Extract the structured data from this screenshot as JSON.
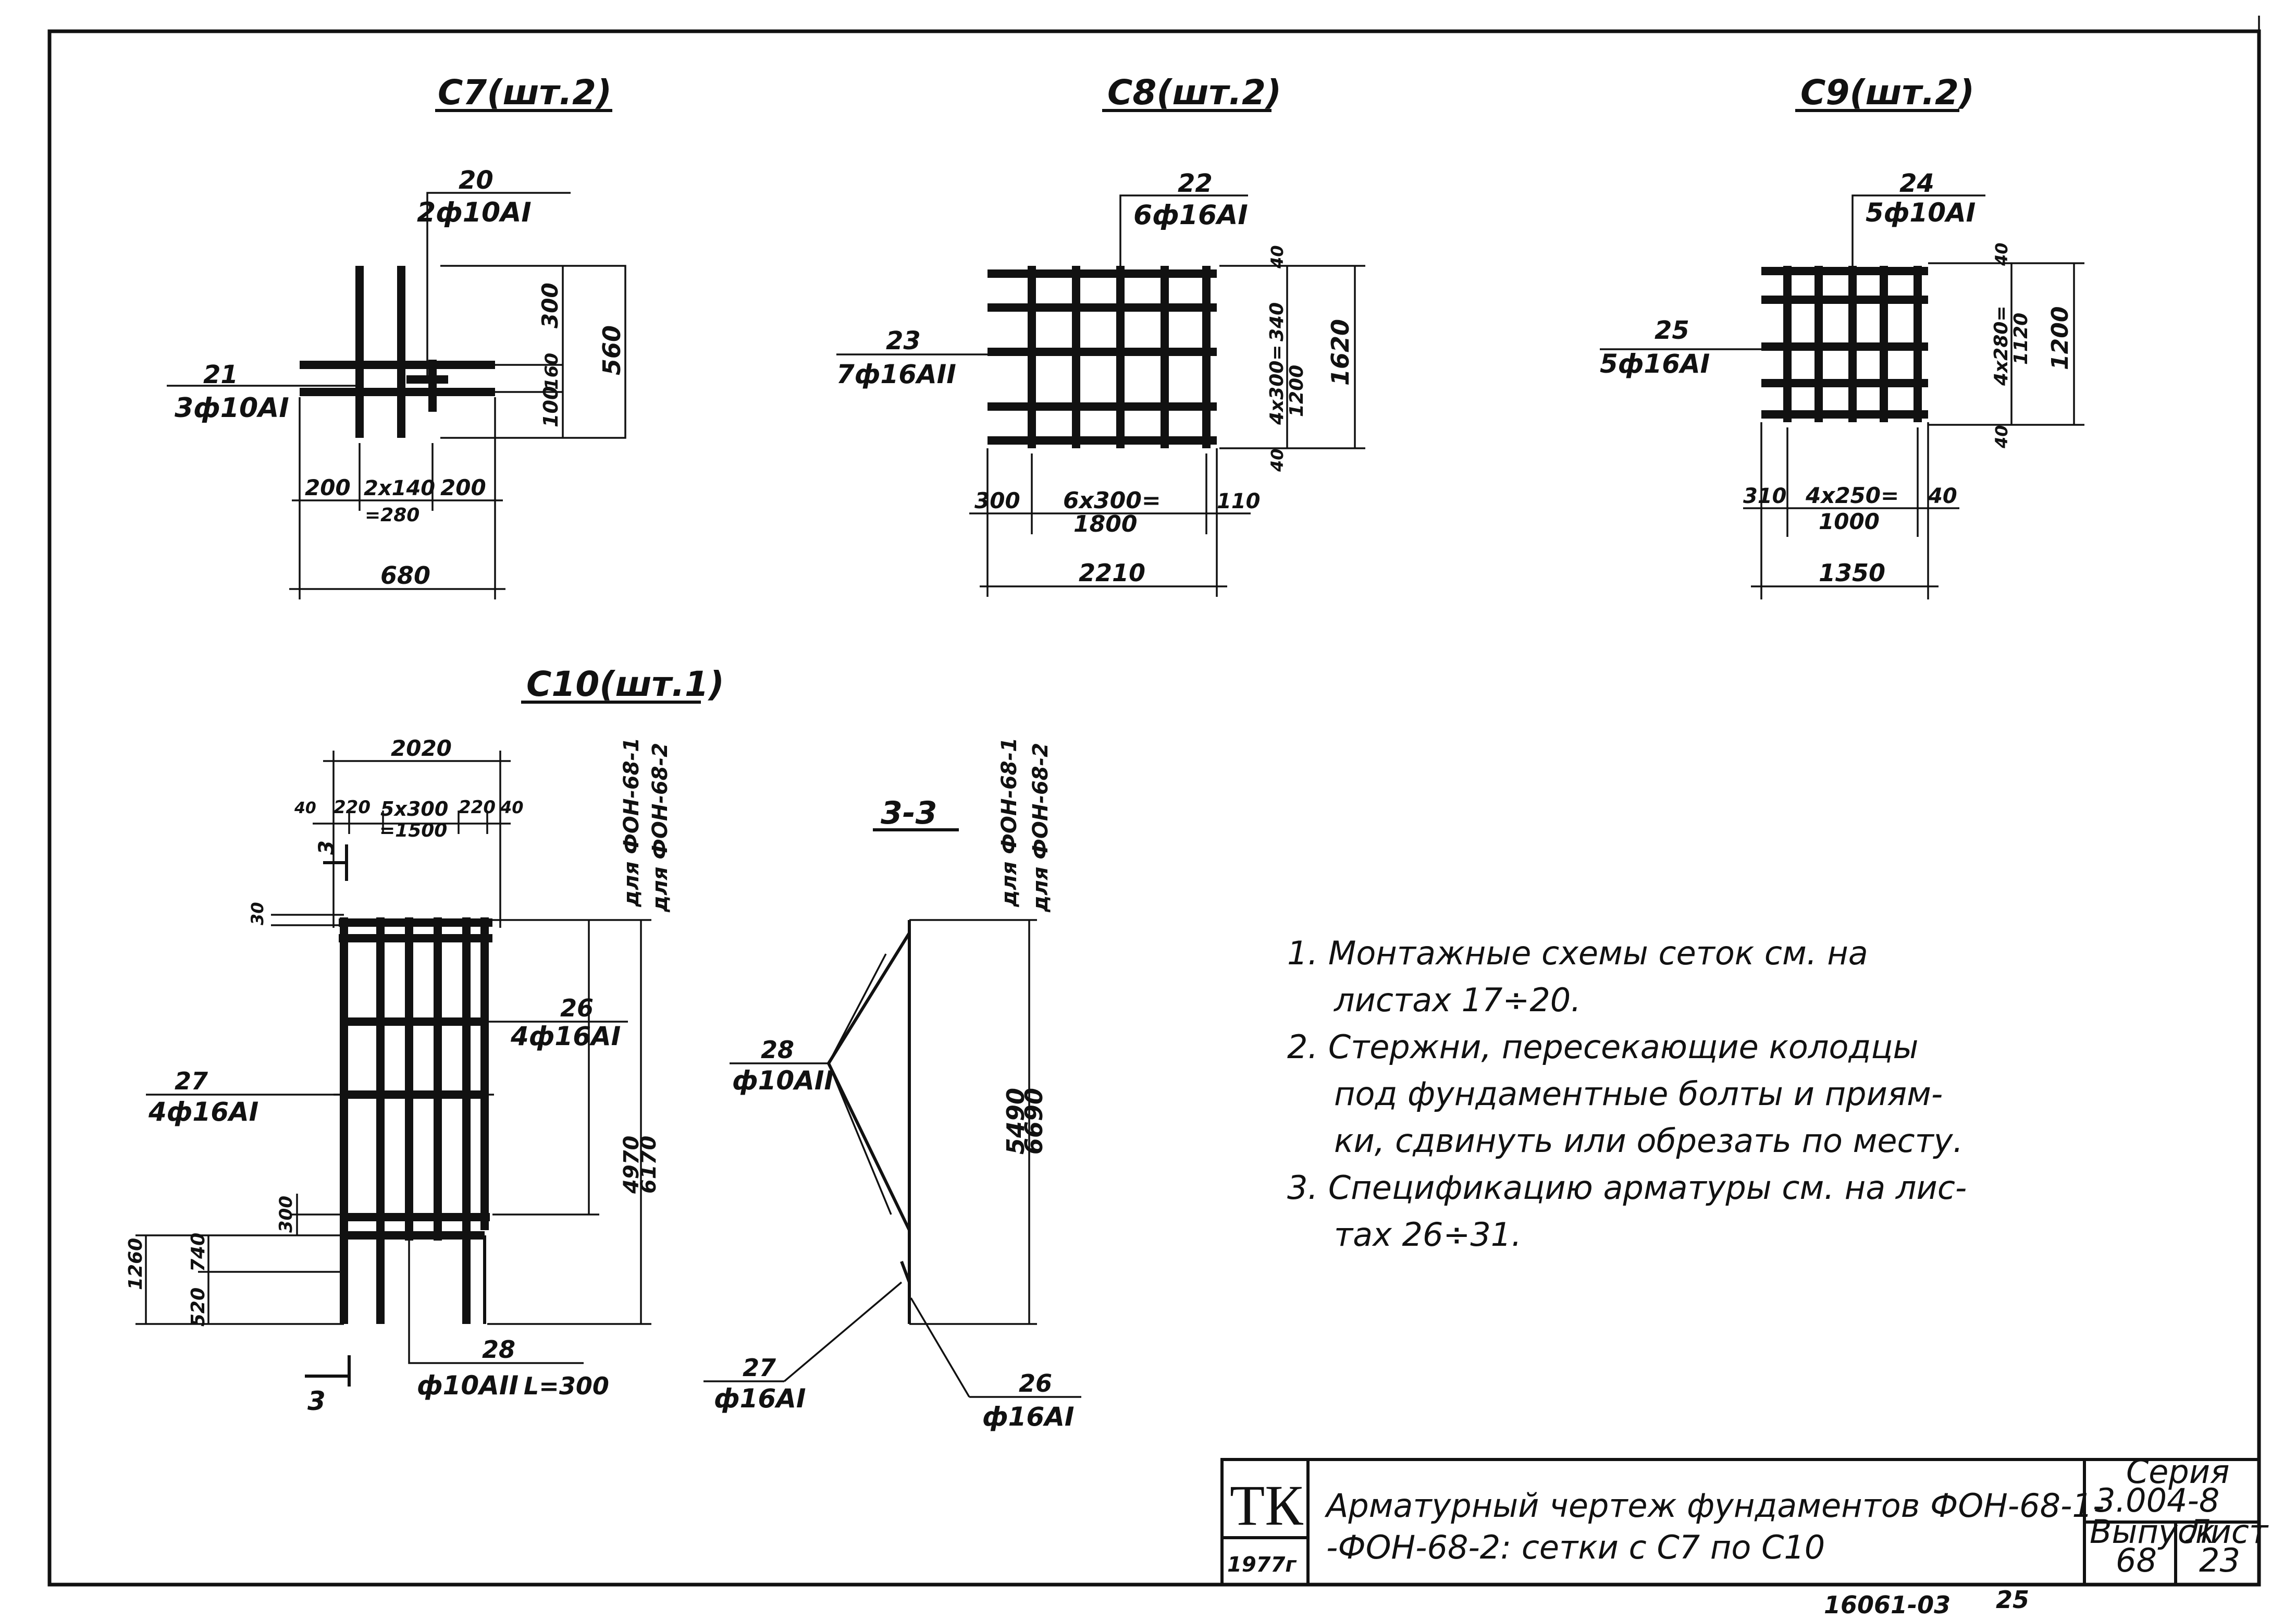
{
  "titles": {
    "c7": "С7(шт.2)",
    "c8": "С8(шт.2)",
    "c9": "С9(шт.2)",
    "c10": "С10(шт.1)",
    "sec33": "3-3"
  },
  "c7": {
    "pos20_num": "20",
    "pos20_spec": "2ф10АI",
    "pos21_num": "21",
    "pos21_spec": "3ф10АI",
    "d300": "300",
    "d160": "160",
    "d100": "100",
    "d560": "560",
    "d200a": "200",
    "d2x140": "2х140",
    "d280": "=280",
    "d200b": "200",
    "d680": "680"
  },
  "c8": {
    "pos22_num": "22",
    "pos22_spec": "6ф16АI",
    "pos23_num": "23",
    "pos23_spec": "7ф16АII",
    "d40a": "40",
    "d340": "340",
    "d4x300": "4х300=",
    "d1200": "1200",
    "d40b": "40",
    "d1620": "1620",
    "d300": "300",
    "d6x300": "6х300=",
    "d1800": "1800",
    "d110": "110",
    "d2210": "2210"
  },
  "c9": {
    "pos24_num": "24",
    "pos24_spec": "5ф10АI",
    "pos25_num": "25",
    "pos25_spec": "5ф16АI",
    "d40a": "40",
    "d4x280": "4х280=",
    "d1120": "1120",
    "d40b": "40",
    "d1200": "1200",
    "d310": "310",
    "d4x250": "4х250=",
    "d1000": "1000",
    "d40c": "40",
    "d1350": "1350"
  },
  "c10": {
    "d2020": "2020",
    "d40a": "40",
    "d220a": "220",
    "d5x300": "5х300",
    "d1500": "=1500",
    "d220b": "220",
    "d40b": "40",
    "d30": "30",
    "cut3_top": "3",
    "cut3_bottom": "3",
    "for1": "для ФОН-68-1",
    "for2": "для ФОН-68-2",
    "pos26_num": "26",
    "pos26_spec": "4ф16АI",
    "pos27_num": "27",
    "pos27_spec": "4ф16АI",
    "pos28_num": "28",
    "pos28_spec": "ф10АII",
    "pos28_len": "L=300",
    "d4970": "4970",
    "d6170": "6170",
    "d300": "300",
    "d740": "740",
    "d1260": "1260",
    "d520": "520"
  },
  "sec33": {
    "for1": "для ФОН-68-1",
    "for2": "для ФОН-68-2",
    "pos28_num": "28",
    "pos28_spec": "ф10АII",
    "pos27_num": "27",
    "pos27_spec": "ф16АI",
    "pos26_num": "26",
    "pos26_spec": "ф16АI",
    "d5490": "5490",
    "d6690": "6690"
  },
  "notes": [
    "1. Монтажные схемы сеток см. на",
    "листах 17÷20.",
    "2. Стержни, пересекающие колодцы",
    "под фундаментные болты и приям-",
    "ки, сдвинуть или обрезать по месту.",
    "3. Спецификацию арматуры см. на лис-",
    "тах 26÷31."
  ],
  "stamp": {
    "org": "ТК",
    "year": "1977г",
    "title1": "Арматурный чертеж фундаментов ФОН-68-1-",
    "title2": "-ФОН-68-2: сетки с С7 по С10",
    "series_label": "Серия",
    "series": "3.004-8",
    "issue_label": "Выпуск",
    "issue": "68",
    "sheet_label": "Лист",
    "sheet": "23"
  },
  "footer": {
    "code": "16061-03",
    "page": "25"
  }
}
